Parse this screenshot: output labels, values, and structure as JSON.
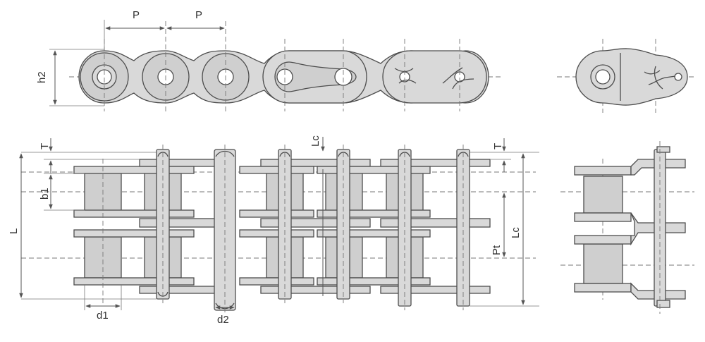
{
  "dimension_labels": {
    "pitch_left": "P",
    "pitch_right": "P",
    "h2": "h2",
    "T_left": "T",
    "T_right": "T",
    "b1": "b1",
    "L": "L",
    "Lc_top": "Lc",
    "Lc_right": "Lc",
    "Pt": "Pt",
    "d1": "d1",
    "d2": "d2"
  },
  "colors": {
    "metal": "#d9d9d9",
    "outline": "#4d4d4d",
    "dimension_line": "#555555",
    "background": "#ffffff"
  }
}
